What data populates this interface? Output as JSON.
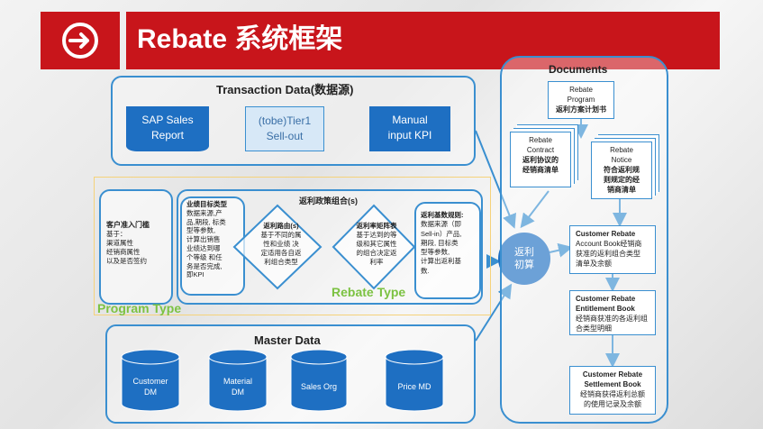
{
  "header": {
    "title": "Rebate 系统框架",
    "icon": "circle-arrow-right-icon"
  },
  "transaction": {
    "title": "Transaction Data(数据源)",
    "sap": [
      "SAP Sales",
      "Report"
    ],
    "tier1": [
      "(tobe)Tier1",
      "Sell-out"
    ],
    "manual": [
      "Manual",
      "input KPI"
    ]
  },
  "program": {
    "entry_title": "客户准入门槛",
    "entry_body": [
      "基于：",
      "渠道属性",
      "经销商属性",
      "以及是否签约"
    ],
    "policy_title": "返利政策组合(s)",
    "goal_title": "业绩目标类型",
    "goal_body": [
      "数据来源,产",
      "品,期段, 标类",
      "型等参数,",
      "计算出销售",
      "业绩达到哪",
      "个等级 和任",
      "务是否完成,",
      "即KPI"
    ],
    "route_title": "返利路由(s)",
    "route_body": [
      "基于不同的属",
      "性和业绩  决",
      "定适用各自返",
      "利组合类型"
    ],
    "matrix_title": "返利率矩阵表",
    "matrix_body": [
      "基于达到的等",
      "级和其它属性",
      "的组合决定返",
      "利率"
    ],
    "base_title": "返利基数规则:",
    "base_body": [
      "数据来源（即",
      "Sell-in）产品,",
      "期段, 目标类",
      "型等参数,",
      "计算出返利基",
      "数."
    ],
    "program_type": "Program Type",
    "rebate_type": "Rebate Type"
  },
  "calc": [
    "返利",
    "初算"
  ],
  "master": {
    "title": "Master Data",
    "items": [
      [
        "Customer",
        "DM"
      ],
      [
        "Material",
        "DM"
      ],
      [
        "Sales Org"
      ],
      [
        "Price MD"
      ]
    ]
  },
  "documents": {
    "title": "Documents",
    "program": [
      "Rebate",
      "Program",
      "返利方案计划书"
    ],
    "contract": [
      "Rebate",
      "Contract",
      "返利协议的",
      "经销商清单"
    ],
    "notice": [
      "Rebate",
      "Notice",
      "符合返利规",
      "则规定的经",
      "销商清单"
    ],
    "account": [
      "Customer Rebate",
      "Account Book经销商",
      "获准的返利组合类型",
      "清单及余额"
    ],
    "entitlement": [
      "Customer Rebate",
      "Entitlement  Book",
      "经销商获准的各返利组",
      "合类型明细"
    ],
    "settlement": [
      "Customer Rebate",
      "Settlement  Book",
      "经销商获得返利总额",
      "的使用记录及余额"
    ]
  },
  "colors": {
    "header": "#c8151b",
    "blue": "#1e6fc2",
    "line": "#3a8fd0",
    "yellow": "#f5d27a",
    "green": "#7cc242"
  }
}
